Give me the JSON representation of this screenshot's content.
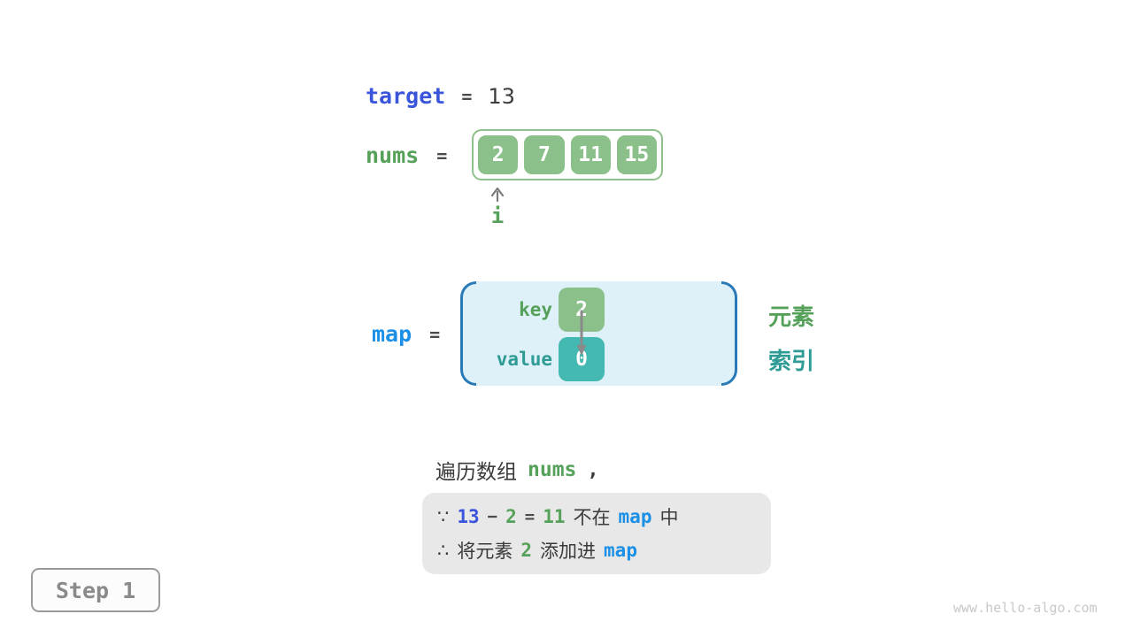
{
  "colors": {
    "indigo_code": "#3A55DC",
    "azure_code": "#1B90E6",
    "green_code": "#56A15A",
    "teal_code": "#2E9C94",
    "green_box": "#8CC08A",
    "teal_box": "#43B9B1",
    "map_fill": "#DEF0F8",
    "map_bracket": "#2B7AB8",
    "note_bg": "#E8E8E8",
    "dark_text": "#3A3A3A"
  },
  "target_row": {
    "label": "target",
    "op": "=",
    "value": "13"
  },
  "nums_row": {
    "label": "nums",
    "op": "=",
    "values": [
      "2",
      "7",
      "11",
      "15"
    ],
    "pointer": "i"
  },
  "map_row": {
    "label": "map",
    "op": "=",
    "key_label": "key",
    "key_value": "2",
    "value_label": "value",
    "value_value": "0",
    "annotation_top": "元素",
    "annotation_bottom": "索引"
  },
  "caption": {
    "text": "遍历数组",
    "code": "nums",
    "comma": ","
  },
  "note": {
    "line1": {
      "s0": "∵",
      "s1": "13",
      "s2": "−",
      "s3": "2",
      "s4": "=",
      "s5": "11",
      "s6": "不在",
      "s7": "map",
      "s8": "中"
    },
    "line2": {
      "s0": "∴",
      "s1": "将元素",
      "s2": "2",
      "s3": "添加进",
      "s4": "map"
    }
  },
  "footer": {
    "step": "Step 1",
    "watermark": "www.hello-algo.com"
  }
}
